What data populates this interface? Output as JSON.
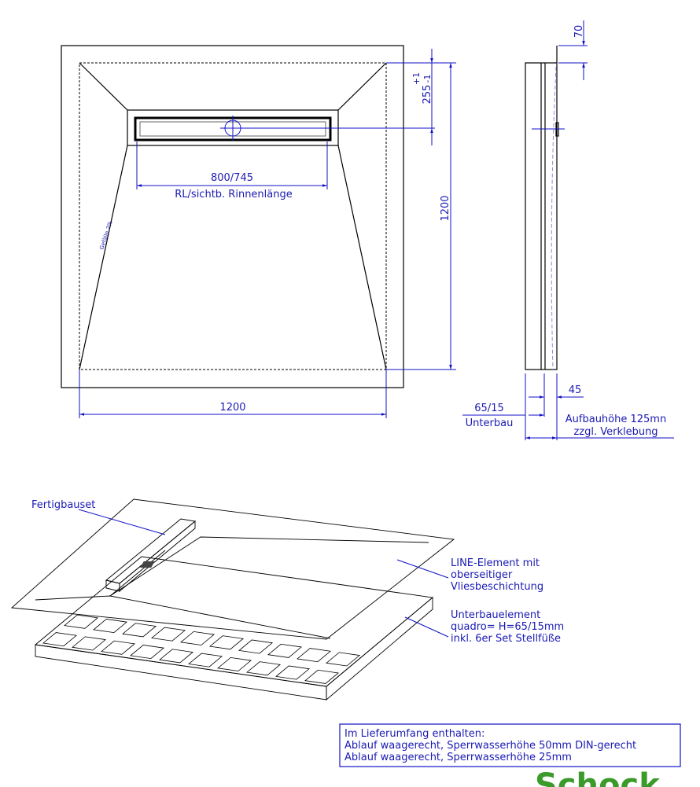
{
  "plan_view": {
    "channel_dim": "800/745",
    "channel_label": "RL/sichtb. Rinnenlänge",
    "width_dim": "1200",
    "length_dim": "1200",
    "drain_offset_dim": "255",
    "drain_tol_plus": "+1",
    "drain_tol_minus": "-1",
    "slope_label": "Gefälle 2%"
  },
  "side_view": {
    "top_dim": "70",
    "plate_dim": "45",
    "base_dim": "65/15",
    "base_label": "Unterbau",
    "height_label": "Aufbauhöhe 125mn",
    "height_note": "zzgl. Verklebung"
  },
  "iso_view": {
    "fertig_label": "Fertigbauset",
    "line_label": [
      "LINE-Element mit",
      "oberseitiger",
      "Vliesbeschichtung"
    ],
    "base_label": [
      "Unterbauelement",
      "quadro= H=65/15mm",
      "inkl. 6er Set Stellfüße"
    ]
  },
  "scope_box": {
    "title": "Im Lieferumfang enthalten:",
    "lines": [
      "Ablauf waagerecht, Sperrwasserhöhe 50mm DIN-gerecht",
      "Ablauf waagerecht, Sperrwasserhöhe 25mm"
    ]
  },
  "logo": {
    "text": "Schock",
    "color": "#3a9a2a"
  },
  "colors": {
    "dimension": "#1a1ab4",
    "outline": "#000000"
  }
}
